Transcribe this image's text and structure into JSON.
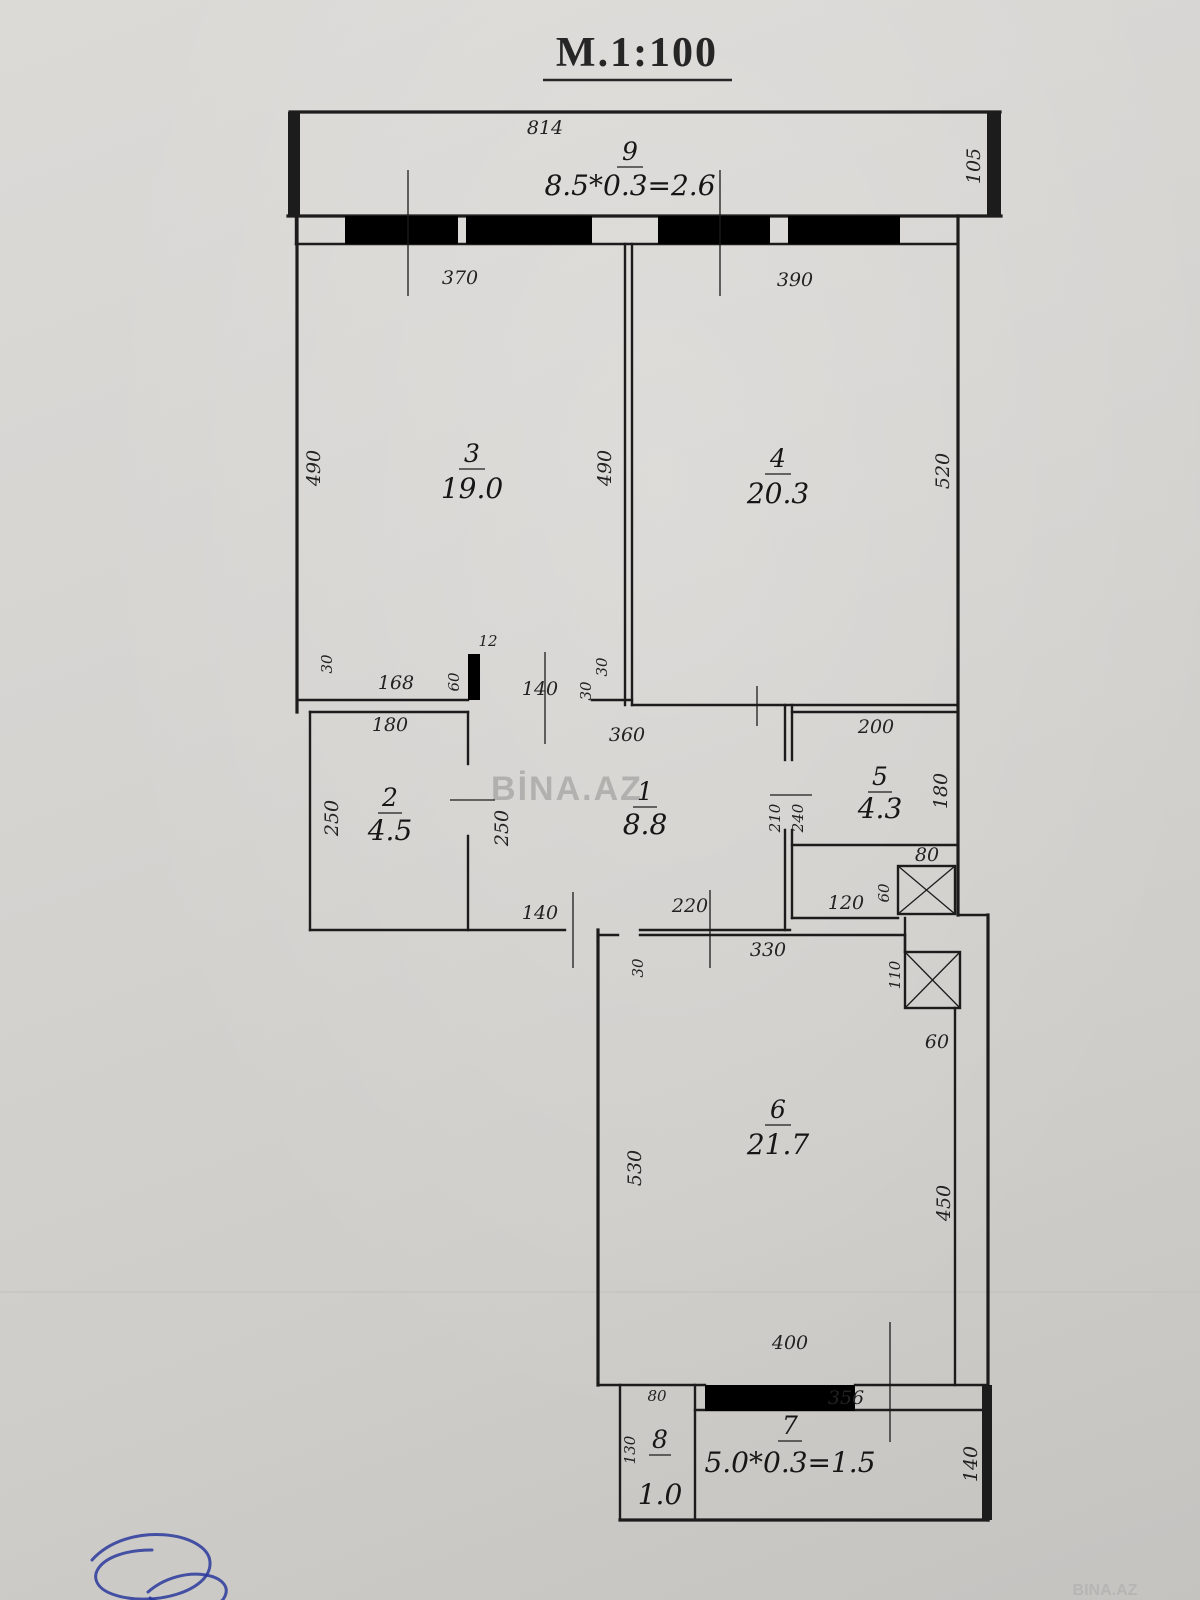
{
  "title": "M.1:100",
  "watermark": "BİNA.AZ",
  "watermark_small": "BINA.AZ",
  "rooms": {
    "r1": {
      "label": "1",
      "area": "8.8"
    },
    "r2": {
      "label": "2",
      "area": "4.5"
    },
    "r3": {
      "label": "3",
      "area": "19.0"
    },
    "r4": {
      "label": "4",
      "area": "20.3"
    },
    "r5": {
      "label": "5",
      "area": "4.3"
    },
    "r6": {
      "label": "6",
      "area": "21.7"
    },
    "r7": {
      "label": "7",
      "area": "5.0*0.3=1.5"
    },
    "r8": {
      "label": "8",
      "area": "1.0"
    },
    "r9": {
      "label": "9",
      "area": "8.5*0.3=2.6"
    }
  },
  "dims": {
    "balcony_top": "814",
    "balcony_right": "105",
    "r3_top": "370",
    "r4_top": "390",
    "r3_left": "490",
    "r3_right": "490",
    "r4_right": "520",
    "step_30_left": "30",
    "step_12": "12",
    "seg_168": "168",
    "pier_60": "60",
    "door_140_top": "140",
    "jamb_30_a": "30",
    "jamb_30_b": "30",
    "r2_top": "180",
    "r2_left": "250",
    "r2_right": "250",
    "r1_top": "360",
    "r5_top": "200",
    "r5_right": "180",
    "r5_wall_210": "210",
    "r5_wall_240": "240",
    "shaft1_top": "80",
    "shaft1_left": "60",
    "seg_120": "120",
    "door_140_bottom": "140",
    "seg_220": "220",
    "r6_top": "330",
    "r6_jamb_30": "30",
    "shaft2_left": "110",
    "seg_60": "60",
    "r6_left": "530",
    "r6_right": "450",
    "r6_bottom": "400",
    "r8_top": "80",
    "r8_left": "130",
    "r7_top": "356",
    "r7_right": "140"
  },
  "colors": {
    "ink": "#1c1c1c",
    "paper_light": "#dcdad7",
    "paper_dark": "#c5c3c0",
    "pen_blue": "#2a3a9c",
    "watermark_gray": "#9a9a98"
  }
}
